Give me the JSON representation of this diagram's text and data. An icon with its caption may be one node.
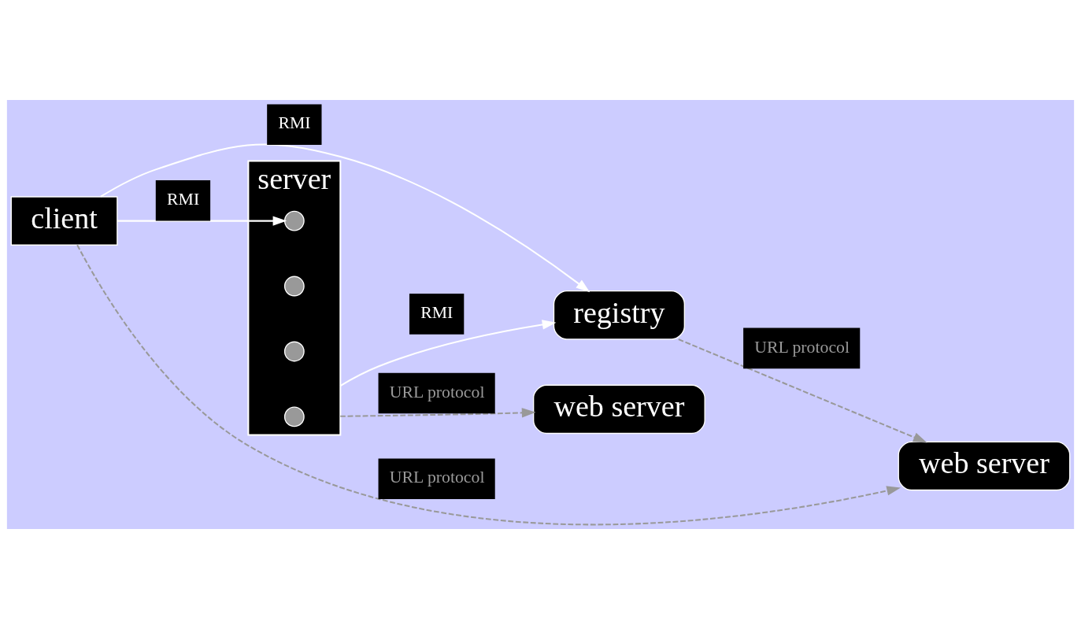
{
  "diagram": {
    "nodes": [
      {
        "text": [
          "client"
        ]
      },
      {
        "text": [
          "registry"
        ]
      },
      {
        "text": [
          "server"
        ]
      },
      {
        "text": [],
        "shape": "circle",
        "in": 2
      },
      {
        "text": [],
        "shape": "circle",
        "in": 2
      },
      {
        "text": [],
        "shape": "circle",
        "in": 2
      },
      {
        "text": [],
        "shape": "circle",
        "in": 2
      },
      {
        "text": [
          "web server"
        ]
      },
      {
        "text": [
          "web server"
        ]
      }
    ],
    "edges": [
      {
        "from": 0,
        "to": 1,
        "arrow": "to",
        "label": "RMI"
      },
      {
        "from": 0,
        "to": 3,
        "arrow": "to",
        "label": "RMI"
      },
      {
        "from": 2,
        "to": 1,
        "arrow": "to",
        "label": "RMI"
      },
      {
        "from": 0,
        "to": 7,
        "arrow": "to",
        "label": "URL protocol",
        "style": "dashed",
        "color": "#999999"
      },
      {
        "from": 1,
        "to": 7,
        "arrow": "to",
        "label": "URL protocol",
        "style": "dashed",
        "color": "#999999"
      },
      {
        "from": 2,
        "to": 8,
        "arrow": "to",
        "label": "URL protocol",
        "style": "dashed",
        "color": "#999999"
      }
    ]
  }
}
